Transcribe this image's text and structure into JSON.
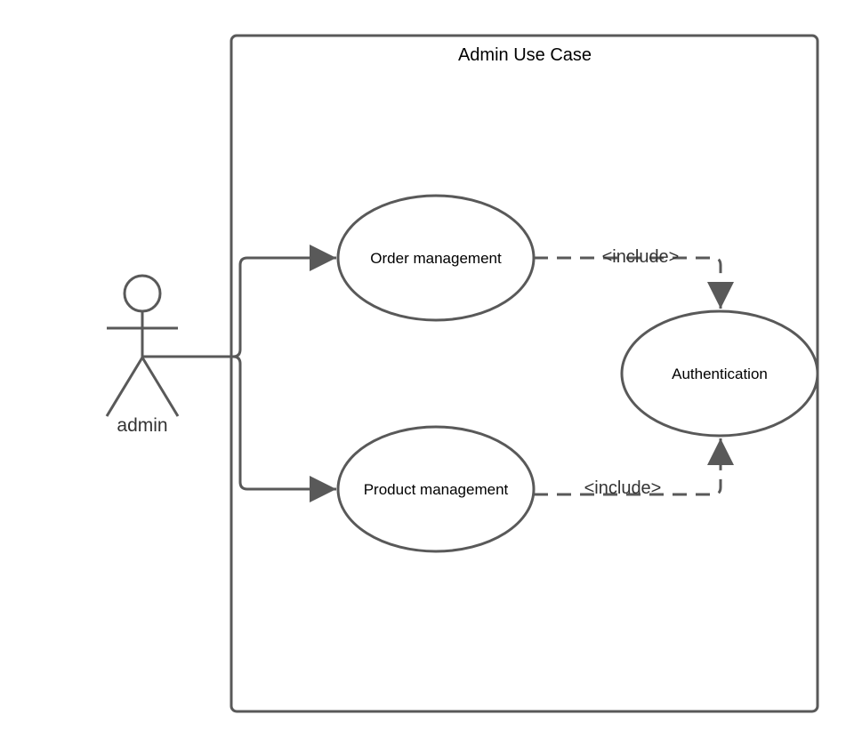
{
  "diagram": {
    "system_title": "Admin Use Case",
    "actor": {
      "label": "admin"
    },
    "use_cases": {
      "order": "Order management",
      "product": "Product management",
      "auth": "Authentication"
    },
    "relations": {
      "order_include": "<include>",
      "product_include": "<include>"
    },
    "colors": {
      "stroke": "#595959",
      "text": "#000000"
    }
  }
}
